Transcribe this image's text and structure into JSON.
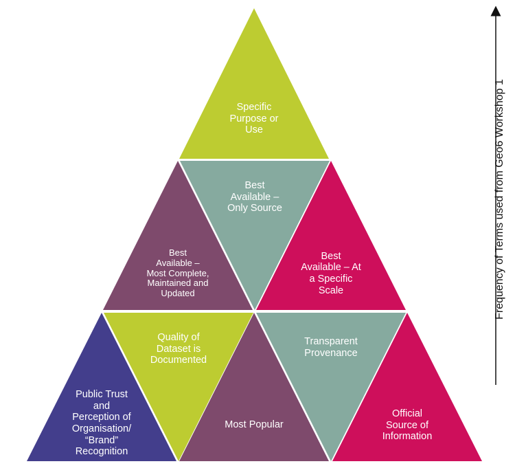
{
  "colors": {
    "lime": "#BDCC31",
    "teal": "#86AA9F",
    "plum": "#7E4A6C",
    "crimson": "#CE0F5B",
    "indigo": "#433E8C"
  },
  "triangles": {
    "specific_purpose": {
      "label": "Specific\nPurpose or\nUse",
      "color": "lime"
    },
    "best_only_source": {
      "label": "Best\nAvailable –\nOnly Source",
      "color": "teal"
    },
    "best_most_complete": {
      "label": "Best\nAvailable –\nMost Complete,\nMaintained and\nUpdated",
      "color": "plum"
    },
    "best_specific_scale": {
      "label": "Best\nAvailable – At\na Specific\nScale",
      "color": "crimson"
    },
    "quality_documented": {
      "label": "Quality of\nDataset is\nDocumented",
      "color": "lime"
    },
    "transparent_provenance": {
      "label": "Transparent\nProvenance",
      "color": "teal"
    },
    "public_trust": {
      "label": "Public Trust\nand\nPerception of\nOrganisation/\n“Brand”\nRecognition",
      "color": "indigo"
    },
    "most_popular": {
      "label": "Most Popular",
      "color": "plum"
    },
    "official_source": {
      "label": "Official\nSource of\nInformation",
      "color": "crimson"
    }
  },
  "axis": {
    "label": "Frequency of Terms used from Geo6 Workshop 1"
  }
}
